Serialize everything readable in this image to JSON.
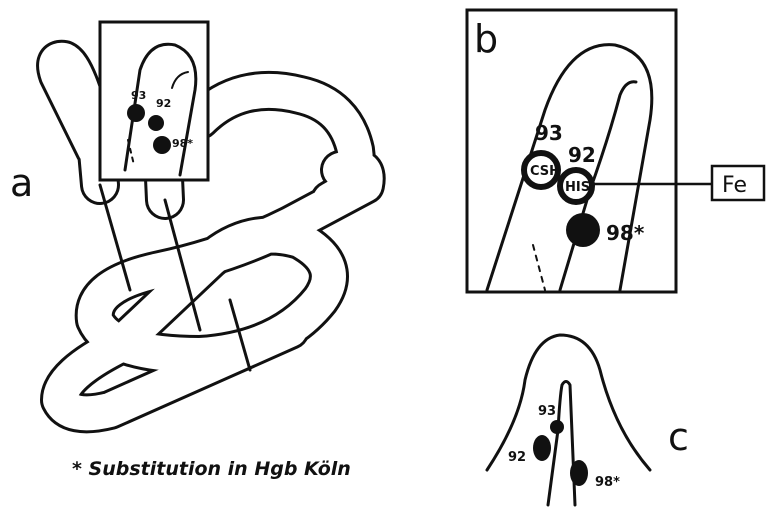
{
  "panels": {
    "a": {
      "label": "a",
      "residues": [
        "93",
        "92",
        "98*"
      ]
    },
    "b": {
      "label": "b",
      "residues": [
        "93",
        "92",
        "98*"
      ],
      "inner_labels": [
        "CSH",
        "HIS"
      ],
      "heme_label": "Fe"
    },
    "c": {
      "label": "c",
      "residues": [
        "93",
        "92",
        "98*"
      ]
    }
  },
  "caption": "* Substitution in Hgb Köln"
}
